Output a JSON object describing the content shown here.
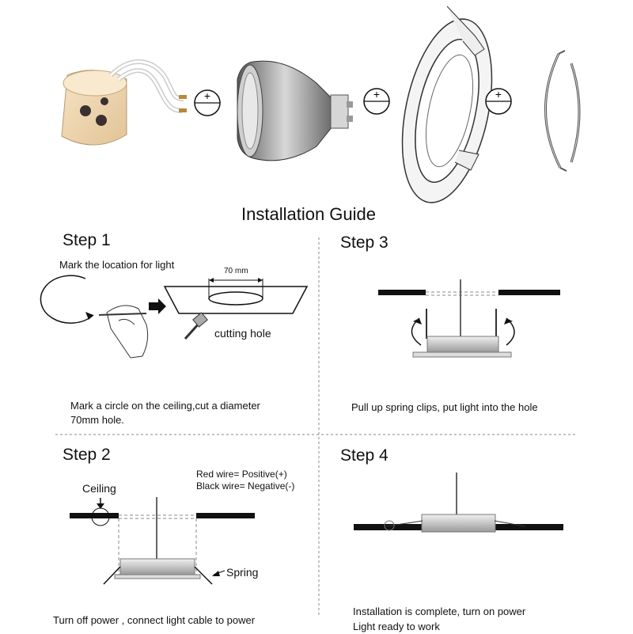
{
  "title": "Installation Guide",
  "plus_sign": "+",
  "step1": {
    "heading": "Step 1",
    "mark_label": "Mark the location for light",
    "dimension_label": "70 mm",
    "cutting_label": "cutting hole",
    "caption_line1": "Mark a circle on the ceiling,cut a diameter",
    "caption_line2": "70mm hole."
  },
  "step2": {
    "heading": "Step 2",
    "red_wire": "Red wire= Positive(+)",
    "black_wire": "Black wire= Negative(-)",
    "ceiling_label": "Ceiling",
    "spring_label": "Spring",
    "caption": "Turn off power , connect light cable to power"
  },
  "step3": {
    "heading": "Step 3",
    "caption": "Pull up spring clips, put light into the hole"
  },
  "step4": {
    "heading": "Step 4",
    "caption_line1": "Installation is complete, turn on power",
    "caption_line2": "Light ready to work"
  }
}
